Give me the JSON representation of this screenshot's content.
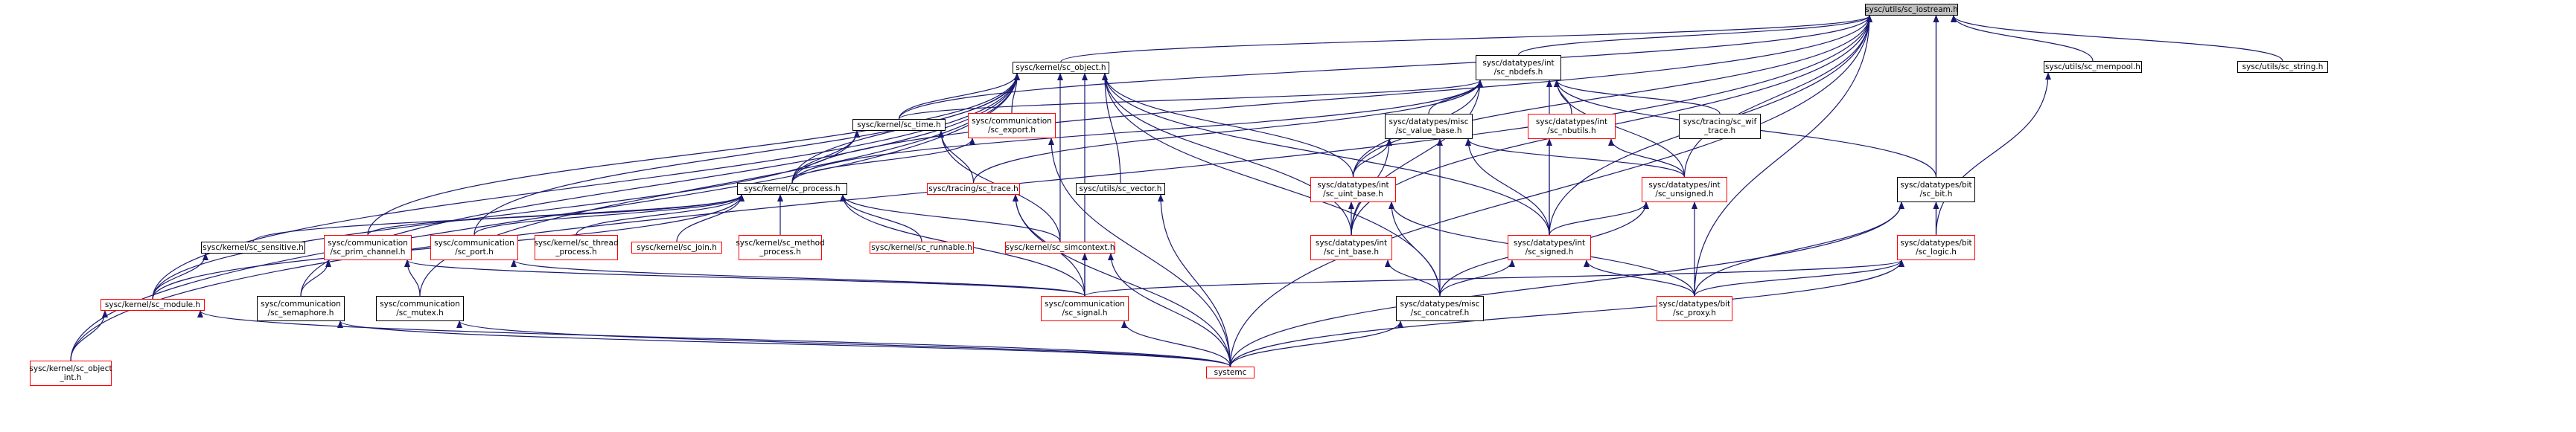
{
  "diagram": {
    "type": "include-dependency-graph",
    "colors": {
      "edge": "#191970",
      "node_border": "#000000",
      "truncated_node_border": "#ff0000",
      "root_fill": "#bfbfbf",
      "node_fill": "#ffffff"
    },
    "nodes": [
      {
        "id": "iostream",
        "label": [
          "sysc/utils/sc_iostream.h"
        ],
        "style": "root"
      },
      {
        "id": "object",
        "label": [
          "sysc/kernel/sc_object.h"
        ],
        "style": "black"
      },
      {
        "id": "nbdefs",
        "label": [
          "sysc/datatypes/int",
          "/sc_nbdefs.h"
        ],
        "style": "black"
      },
      {
        "id": "mempool",
        "label": [
          "sysc/utils/sc_mempool.h"
        ],
        "style": "black"
      },
      {
        "id": "string",
        "label": [
          "sysc/utils/sc_string.h"
        ],
        "style": "black"
      },
      {
        "id": "export",
        "label": [
          "sysc/communication",
          "/sc_export.h"
        ],
        "style": "red"
      },
      {
        "id": "time",
        "label": [
          "sysc/kernel/sc_time.h"
        ],
        "style": "black"
      },
      {
        "id": "valuebase",
        "label": [
          "sysc/datatypes/misc",
          "/sc_value_base.h"
        ],
        "style": "black"
      },
      {
        "id": "nbutils",
        "label": [
          "sysc/datatypes/int",
          "/sc_nbutils.h"
        ],
        "style": "red"
      },
      {
        "id": "wif",
        "label": [
          "sysc/tracing/sc_wif",
          "_trace.h"
        ],
        "style": "black"
      },
      {
        "id": "process",
        "label": [
          "sysc/kernel/sc_process.h"
        ],
        "style": "black"
      },
      {
        "id": "trace",
        "label": [
          "sysc/tracing/sc_trace.h"
        ],
        "style": "red"
      },
      {
        "id": "vector",
        "label": [
          "sysc/utils/sc_vector.h"
        ],
        "style": "black"
      },
      {
        "id": "uintbase",
        "label": [
          "sysc/datatypes/int",
          "/sc_uint_base.h"
        ],
        "style": "red"
      },
      {
        "id": "unsigned",
        "label": [
          "sysc/datatypes/int",
          "/sc_unsigned.h"
        ],
        "style": "red"
      },
      {
        "id": "bit",
        "label": [
          "sysc/datatypes/bit",
          "/sc_bit.h"
        ],
        "style": "black"
      },
      {
        "id": "sensitive",
        "label": [
          "sysc/kernel/sc_sensitive.h"
        ],
        "style": "black"
      },
      {
        "id": "primch",
        "label": [
          "sysc/communication",
          "/sc_prim_channel.h"
        ],
        "style": "red"
      },
      {
        "id": "port",
        "label": [
          "sysc/communication",
          "/sc_port.h"
        ],
        "style": "red"
      },
      {
        "id": "thread",
        "label": [
          "sysc/kernel/sc_thread",
          "_process.h"
        ],
        "style": "red"
      },
      {
        "id": "join",
        "label": [
          "sysc/kernel/sc_join.h"
        ],
        "style": "red"
      },
      {
        "id": "method",
        "label": [
          "sysc/kernel/sc_method",
          "_process.h"
        ],
        "style": "red"
      },
      {
        "id": "runnable",
        "label": [
          "sysc/kernel/sc_runnable.h"
        ],
        "style": "red"
      },
      {
        "id": "simcontext",
        "label": [
          "sysc/kernel/sc_simcontext.h"
        ],
        "style": "red"
      },
      {
        "id": "intbase",
        "label": [
          "sysc/datatypes/int",
          "/sc_int_base.h"
        ],
        "style": "red"
      },
      {
        "id": "signed",
        "label": [
          "sysc/datatypes/int",
          "/sc_signed.h"
        ],
        "style": "red"
      },
      {
        "id": "logic",
        "label": [
          "sysc/datatypes/bit",
          "/sc_logic.h"
        ],
        "style": "red"
      },
      {
        "id": "module",
        "label": [
          "sysc/kernel/sc_module.h"
        ],
        "style": "red"
      },
      {
        "id": "semaphore",
        "label": [
          "sysc/communication",
          "/sc_semaphore.h"
        ],
        "style": "black"
      },
      {
        "id": "mutex",
        "label": [
          "sysc/communication",
          "/sc_mutex.h"
        ],
        "style": "black"
      },
      {
        "id": "signal",
        "label": [
          "sysc/communication",
          "/sc_signal.h"
        ],
        "style": "red"
      },
      {
        "id": "concatref",
        "label": [
          "sysc/datatypes/misc",
          "/sc_concatref.h"
        ],
        "style": "black"
      },
      {
        "id": "proxy",
        "label": [
          "sysc/datatypes/bit",
          "/sc_proxy.h"
        ],
        "style": "red"
      },
      {
        "id": "objectint",
        "label": [
          "sysc/kernel/sc_object",
          "_int.h"
        ],
        "style": "red"
      },
      {
        "id": "systemc",
        "label": [
          "systemc"
        ],
        "style": "red"
      }
    ],
    "edges": [
      [
        "object",
        "iostream"
      ],
      [
        "nbdefs",
        "iostream"
      ],
      [
        "mempool",
        "iostream"
      ],
      [
        "string",
        "iostream"
      ],
      [
        "time",
        "iostream"
      ],
      [
        "process",
        "iostream"
      ],
      [
        "uintbase",
        "iostream"
      ],
      [
        "intbase",
        "iostream"
      ],
      [
        "unsigned",
        "iostream"
      ],
      [
        "signed",
        "iostream"
      ],
      [
        "bit",
        "iostream"
      ],
      [
        "logic",
        "iostream"
      ],
      [
        "proxy",
        "iostream"
      ],
      [
        "systemc",
        "iostream"
      ],
      [
        "objectint",
        "iostream"
      ],
      [
        "export",
        "object"
      ],
      [
        "time",
        "object"
      ],
      [
        "process",
        "object"
      ],
      [
        "vector",
        "object"
      ],
      [
        "primch",
        "object"
      ],
      [
        "port",
        "object"
      ],
      [
        "simcontext",
        "object"
      ],
      [
        "module",
        "object"
      ],
      [
        "semaphore",
        "object"
      ],
      [
        "mutex",
        "object"
      ],
      [
        "signal",
        "object"
      ],
      [
        "uintbase",
        "object"
      ],
      [
        "intbase",
        "object"
      ],
      [
        "signed",
        "object"
      ],
      [
        "concatref",
        "object"
      ],
      [
        "objectint",
        "object"
      ],
      [
        "time",
        "nbdefs"
      ],
      [
        "trace",
        "nbdefs"
      ],
      [
        "process",
        "nbdefs"
      ],
      [
        "uintbase",
        "nbdefs"
      ],
      [
        "intbase",
        "nbdefs"
      ],
      [
        "unsigned",
        "nbdefs"
      ],
      [
        "signed",
        "nbdefs"
      ],
      [
        "valuebase",
        "nbdefs"
      ],
      [
        "nbutils",
        "nbdefs"
      ],
      [
        "wif",
        "nbdefs"
      ],
      [
        "bit",
        "nbdefs"
      ],
      [
        "logic",
        "mempool"
      ],
      [
        "process",
        "time"
      ],
      [
        "trace",
        "time"
      ],
      [
        "simcontext",
        "time"
      ],
      [
        "module",
        "time"
      ],
      [
        "process",
        "export"
      ],
      [
        "systemc",
        "export"
      ],
      [
        "uintbase",
        "valuebase"
      ],
      [
        "intbase",
        "valuebase"
      ],
      [
        "unsigned",
        "valuebase"
      ],
      [
        "signed",
        "valuebase"
      ],
      [
        "concatref",
        "valuebase"
      ],
      [
        "unsigned",
        "nbutils"
      ],
      [
        "signed",
        "nbutils"
      ],
      [
        "sensitive",
        "process"
      ],
      [
        "primch",
        "process"
      ],
      [
        "port",
        "process"
      ],
      [
        "thread",
        "process"
      ],
      [
        "join",
        "process"
      ],
      [
        "method",
        "process"
      ],
      [
        "runnable",
        "process"
      ],
      [
        "simcontext",
        "process"
      ],
      [
        "signal",
        "process"
      ],
      [
        "module",
        "process"
      ],
      [
        "signal",
        "trace"
      ],
      [
        "systemc",
        "trace"
      ],
      [
        "systemc",
        "vector"
      ],
      [
        "intbase",
        "uintbase"
      ],
      [
        "concatref",
        "uintbase"
      ],
      [
        "proxy",
        "uintbase"
      ],
      [
        "signed",
        "unsigned"
      ],
      [
        "proxy",
        "unsigned"
      ],
      [
        "concatref",
        "unsigned"
      ],
      [
        "logic",
        "bit"
      ],
      [
        "proxy",
        "bit"
      ],
      [
        "systemc",
        "bit"
      ],
      [
        "module",
        "sensitive"
      ],
      [
        "semaphore",
        "primch"
      ],
      [
        "mutex",
        "primch"
      ],
      [
        "signal",
        "primch"
      ],
      [
        "signal",
        "port"
      ],
      [
        "signal",
        "simcontext"
      ],
      [
        "systemc",
        "simcontext"
      ],
      [
        "concatref",
        "intbase"
      ],
      [
        "proxy",
        "signed"
      ],
      [
        "concatref",
        "signed"
      ],
      [
        "proxy",
        "logic"
      ],
      [
        "signal",
        "logic"
      ],
      [
        "systemc",
        "logic"
      ],
      [
        "objectint",
        "module"
      ],
      [
        "systemc",
        "module"
      ],
      [
        "systemc",
        "semaphore"
      ],
      [
        "systemc",
        "mutex"
      ],
      [
        "systemc",
        "signal"
      ],
      [
        "systemc",
        "concatref"
      ]
    ]
  }
}
